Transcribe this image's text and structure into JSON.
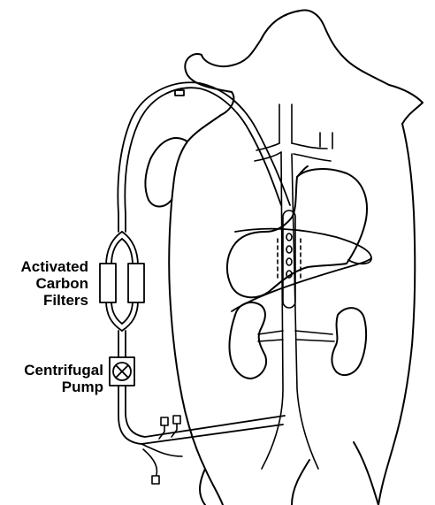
{
  "labels": {
    "filters": [
      "Activated",
      "Carbon",
      "Filters"
    ],
    "pump": [
      "Centrifugal",
      "Pump"
    ]
  },
  "colors": {
    "ink": "#000000",
    "paper": "#ffffff"
  }
}
